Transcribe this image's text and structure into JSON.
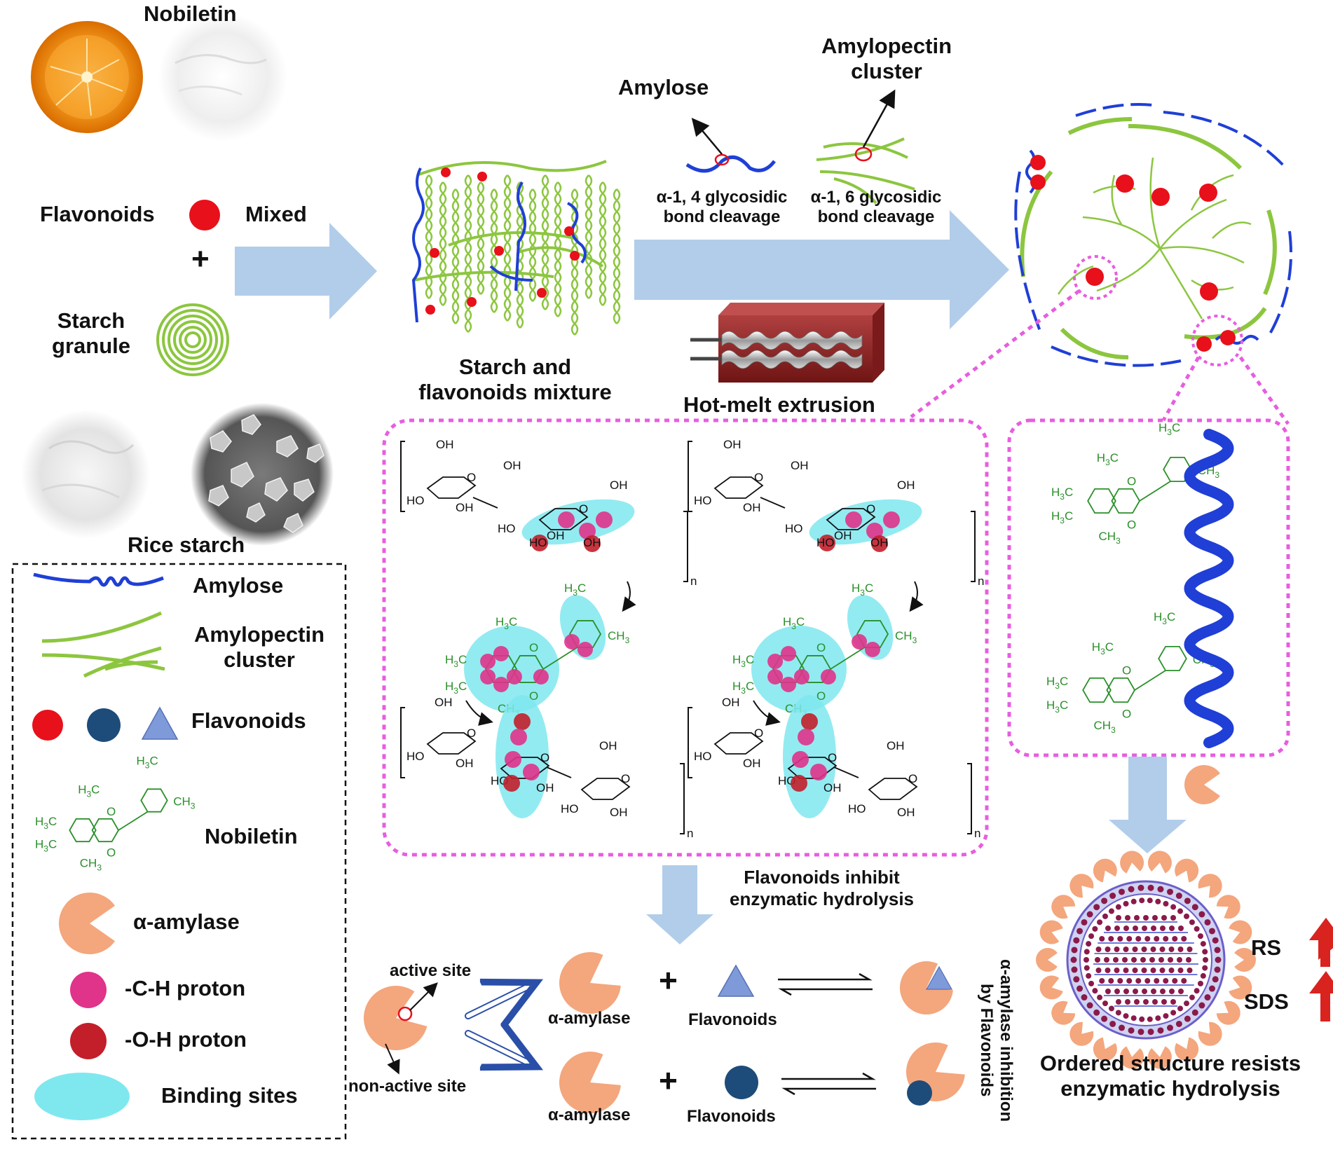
{
  "photos": {
    "nobiletin_title": "Nobiletin",
    "rice_starch_title": "Rice starch"
  },
  "left_panel": {
    "flavonoids": "Flavonoids",
    "mixed": "Mixed",
    "plus": "+",
    "starch_granule_line1": "Starch",
    "starch_granule_line2": "granule"
  },
  "mixture": {
    "line1": "Starch and",
    "line2": "flavonoids mixture"
  },
  "cleavage": {
    "amylose": "Amylose",
    "amylopectin_line1": "Amylopectin",
    "amylopectin_line2": "cluster",
    "a14_line1": "α-1, 4 glycosidic",
    "a14_line2": "bond cleavage",
    "a16_line1": "α-1, 6 glycosidic",
    "a16_line2": "bond cleavage",
    "extrusion": "Hot-melt extrusion"
  },
  "legend": {
    "amylose": "Amylose",
    "amylopectin_line1": "Amylopectin",
    "amylopectin_line2": "cluster",
    "flavonoids": "Flavonoids",
    "nobiletin": "Nobiletin",
    "amylase": "α-amylase",
    "ch_proton": "-C-H proton",
    "oh_proton": "-O-H proton",
    "binding_sites": "Binding sites"
  },
  "chem": {
    "oh": "OH",
    "ho": "HO",
    "n": "n",
    "h3c": "H3C",
    "ch3": "CH3",
    "o": "O"
  },
  "inhibit": {
    "line1": "Flavonoids inhibit",
    "line2": "enzymatic hydrolysis"
  },
  "enzyme": {
    "active_site": "active site",
    "non_active_site": "non-active site",
    "amylase": "α-amylase",
    "flavonoids": "Flavonoids",
    "plus": "+",
    "vertical_line1": "α-amylase inhibition",
    "vertical_line2": "by Flavonoids"
  },
  "result": {
    "rs": "RS",
    "sds": "SDS",
    "line1": "Ordered structure resists",
    "line2": "enzymatic hydrolysis"
  },
  "colors": {
    "amylose_blue": "#1f3fd6",
    "amylopectin_green": "#8cc63f",
    "flavonoid_red": "#e8101a",
    "flavonoid_navy": "#1d4c7a",
    "flavonoid_triangle": "#7f9ad8",
    "amylase_peach": "#f4a67d",
    "ch_proton_pink": "#e0338a",
    "oh_proton_red": "#c21f2a",
    "binding_cyan": "#7fe8ef",
    "dotted_magenta": "#e85de0",
    "arrow_blue": "#a9c8e8",
    "up_arrow_red": "#d9231f",
    "chem_green": "#2a8f2a"
  }
}
